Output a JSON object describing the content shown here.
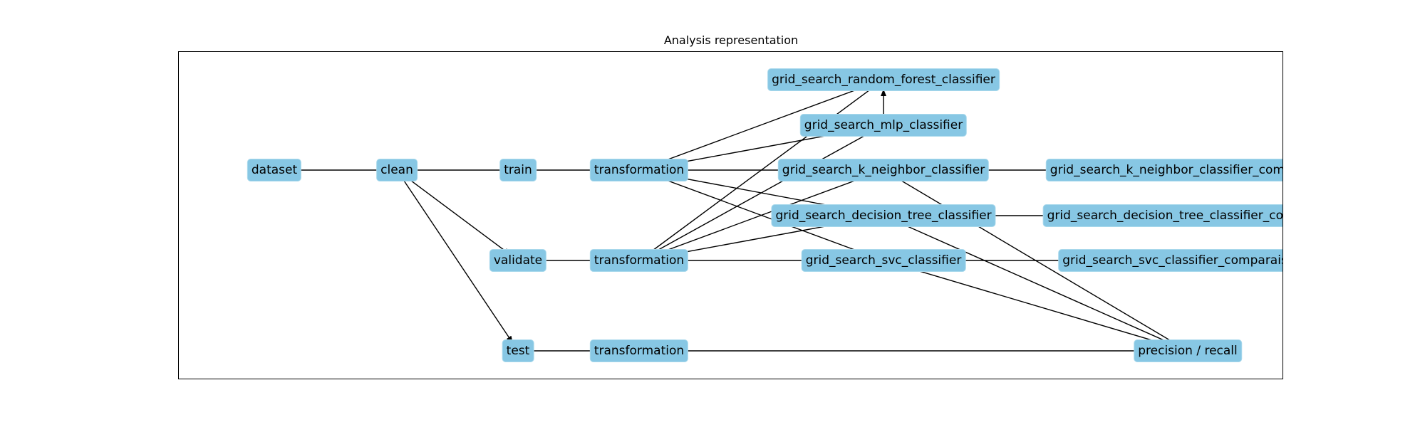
{
  "title": "Analysis representation",
  "nodes": [
    {
      "id": "dataset",
      "label": "dataset"
    },
    {
      "id": "clean",
      "label": "clean"
    },
    {
      "id": "train",
      "label": "train"
    },
    {
      "id": "validate",
      "label": "validate"
    },
    {
      "id": "test",
      "label": "test"
    },
    {
      "id": "transformation_train",
      "label": "transformation"
    },
    {
      "id": "transformation_validate",
      "label": "transformation"
    },
    {
      "id": "transformation_test",
      "label": "transformation"
    },
    {
      "id": "grid_search_random_forest_classifier",
      "label": "grid_search_random_forest_classifier"
    },
    {
      "id": "grid_search_mlp_classifier",
      "label": "grid_search_mlp_classifier"
    },
    {
      "id": "grid_search_k_neighbor_classifier",
      "label": "grid_search_k_neighbor_classifier"
    },
    {
      "id": "grid_search_decision_tree_classifier",
      "label": "grid_search_decision_tree_classifier"
    },
    {
      "id": "grid_search_svc_classifier",
      "label": "grid_search_svc_classifier"
    },
    {
      "id": "grid_search_k_neighbor_classifier_comparison",
      "label": "grid_search_k_neighbor_classifier_compa"
    },
    {
      "id": "grid_search_decision_tree_classifier_comparison",
      "label": "grid_search_decision_tree_classifier_comp"
    },
    {
      "id": "grid_search_svc_classifier_comparison",
      "label": "grid_search_svc_classifier_comparais"
    },
    {
      "id": "precision_recall",
      "label": "precision / recall"
    }
  ],
  "edges": [
    {
      "from": "dataset",
      "to": "clean"
    },
    {
      "from": "clean",
      "to": "train"
    },
    {
      "from": "clean",
      "to": "validate"
    },
    {
      "from": "clean",
      "to": "test"
    },
    {
      "from": "train",
      "to": "transformation_train"
    },
    {
      "from": "validate",
      "to": "transformation_validate"
    },
    {
      "from": "test",
      "to": "transformation_test"
    },
    {
      "from": "transformation_train",
      "to": "grid_search_random_forest_classifier"
    },
    {
      "from": "transformation_train",
      "to": "grid_search_mlp_classifier"
    },
    {
      "from": "transformation_train",
      "to": "grid_search_k_neighbor_classifier"
    },
    {
      "from": "transformation_train",
      "to": "grid_search_decision_tree_classifier"
    },
    {
      "from": "transformation_train",
      "to": "grid_search_svc_classifier"
    },
    {
      "from": "transformation_validate",
      "to": "grid_search_random_forest_classifier"
    },
    {
      "from": "transformation_validate",
      "to": "grid_search_mlp_classifier"
    },
    {
      "from": "transformation_validate",
      "to": "grid_search_k_neighbor_classifier"
    },
    {
      "from": "transformation_validate",
      "to": "grid_search_decision_tree_classifier"
    },
    {
      "from": "transformation_validate",
      "to": "grid_search_svc_classifier"
    },
    {
      "from": "grid_search_mlp_classifier",
      "to": "grid_search_random_forest_classifier"
    },
    {
      "from": "grid_search_k_neighbor_classifier",
      "to": "grid_search_k_neighbor_classifier_comparison"
    },
    {
      "from": "grid_search_decision_tree_classifier",
      "to": "grid_search_decision_tree_classifier_comparison"
    },
    {
      "from": "grid_search_svc_classifier",
      "to": "grid_search_svc_classifier_comparison"
    },
    {
      "from": "grid_search_k_neighbor_classifier",
      "to": "precision_recall"
    },
    {
      "from": "grid_search_decision_tree_classifier",
      "to": "precision_recall"
    },
    {
      "from": "grid_search_svc_classifier",
      "to": "precision_recall"
    },
    {
      "from": "transformation_test",
      "to": "precision_recall"
    }
  ]
}
